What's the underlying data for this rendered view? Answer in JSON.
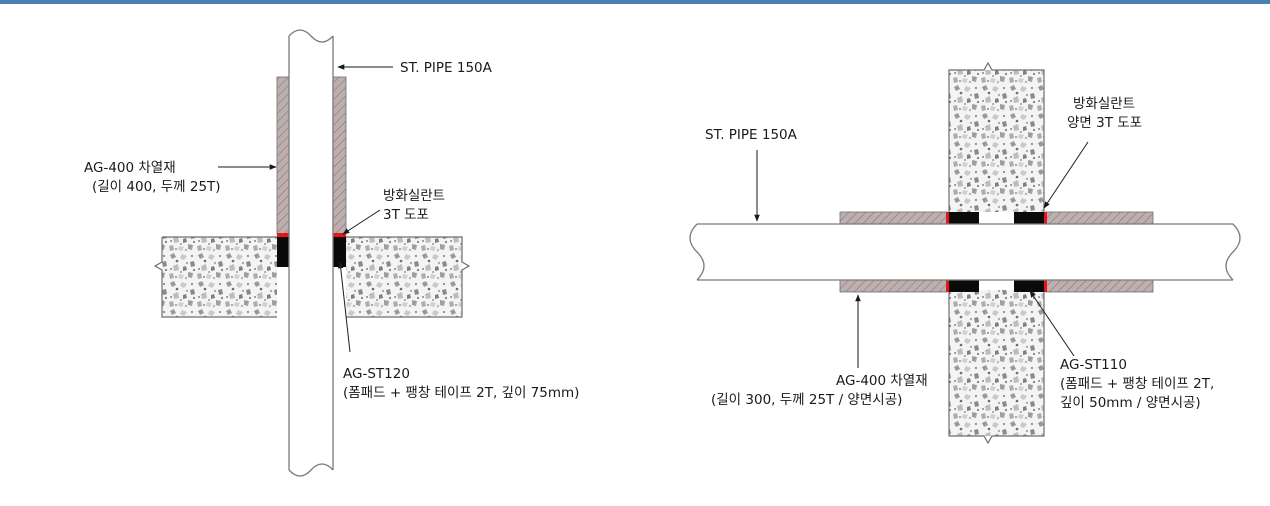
{
  "colors": {
    "accent_bar": "#4a7fb5",
    "sealant": "#e8141c",
    "compound": "#0a0a0a",
    "insulation": "#b3b3b3",
    "insulation_hatch": "#e34c4c",
    "concrete": "#f4f4f4"
  },
  "left_diagram": {
    "pipe_label": "ST. PIPE 150A",
    "insulation_label_1": "AG-400 차열재",
    "insulation_label_2": "(길이 400, 두께 25T)",
    "sealant_label_1": "방화실란트",
    "sealant_label_2": "3T 도포",
    "product_label_1": "AG-ST120",
    "product_label_2": "(폼패드 + 팽창 테이프 2T, 깊이 75mm)"
  },
  "right_diagram": {
    "pipe_label": "ST. PIPE 150A",
    "sealant_label_1": "방화실란트",
    "sealant_label_2": "양면 3T 도포",
    "insulation_label_1": "AG-400 차열재",
    "insulation_label_2": "(길이 300, 두께 25T / 양면시공)",
    "product_label_1": "AG-ST110",
    "product_label_2": "(폼패드 + 팽창 테이프 2T,",
    "product_label_3": "깊이 50mm / 양면시공)"
  }
}
